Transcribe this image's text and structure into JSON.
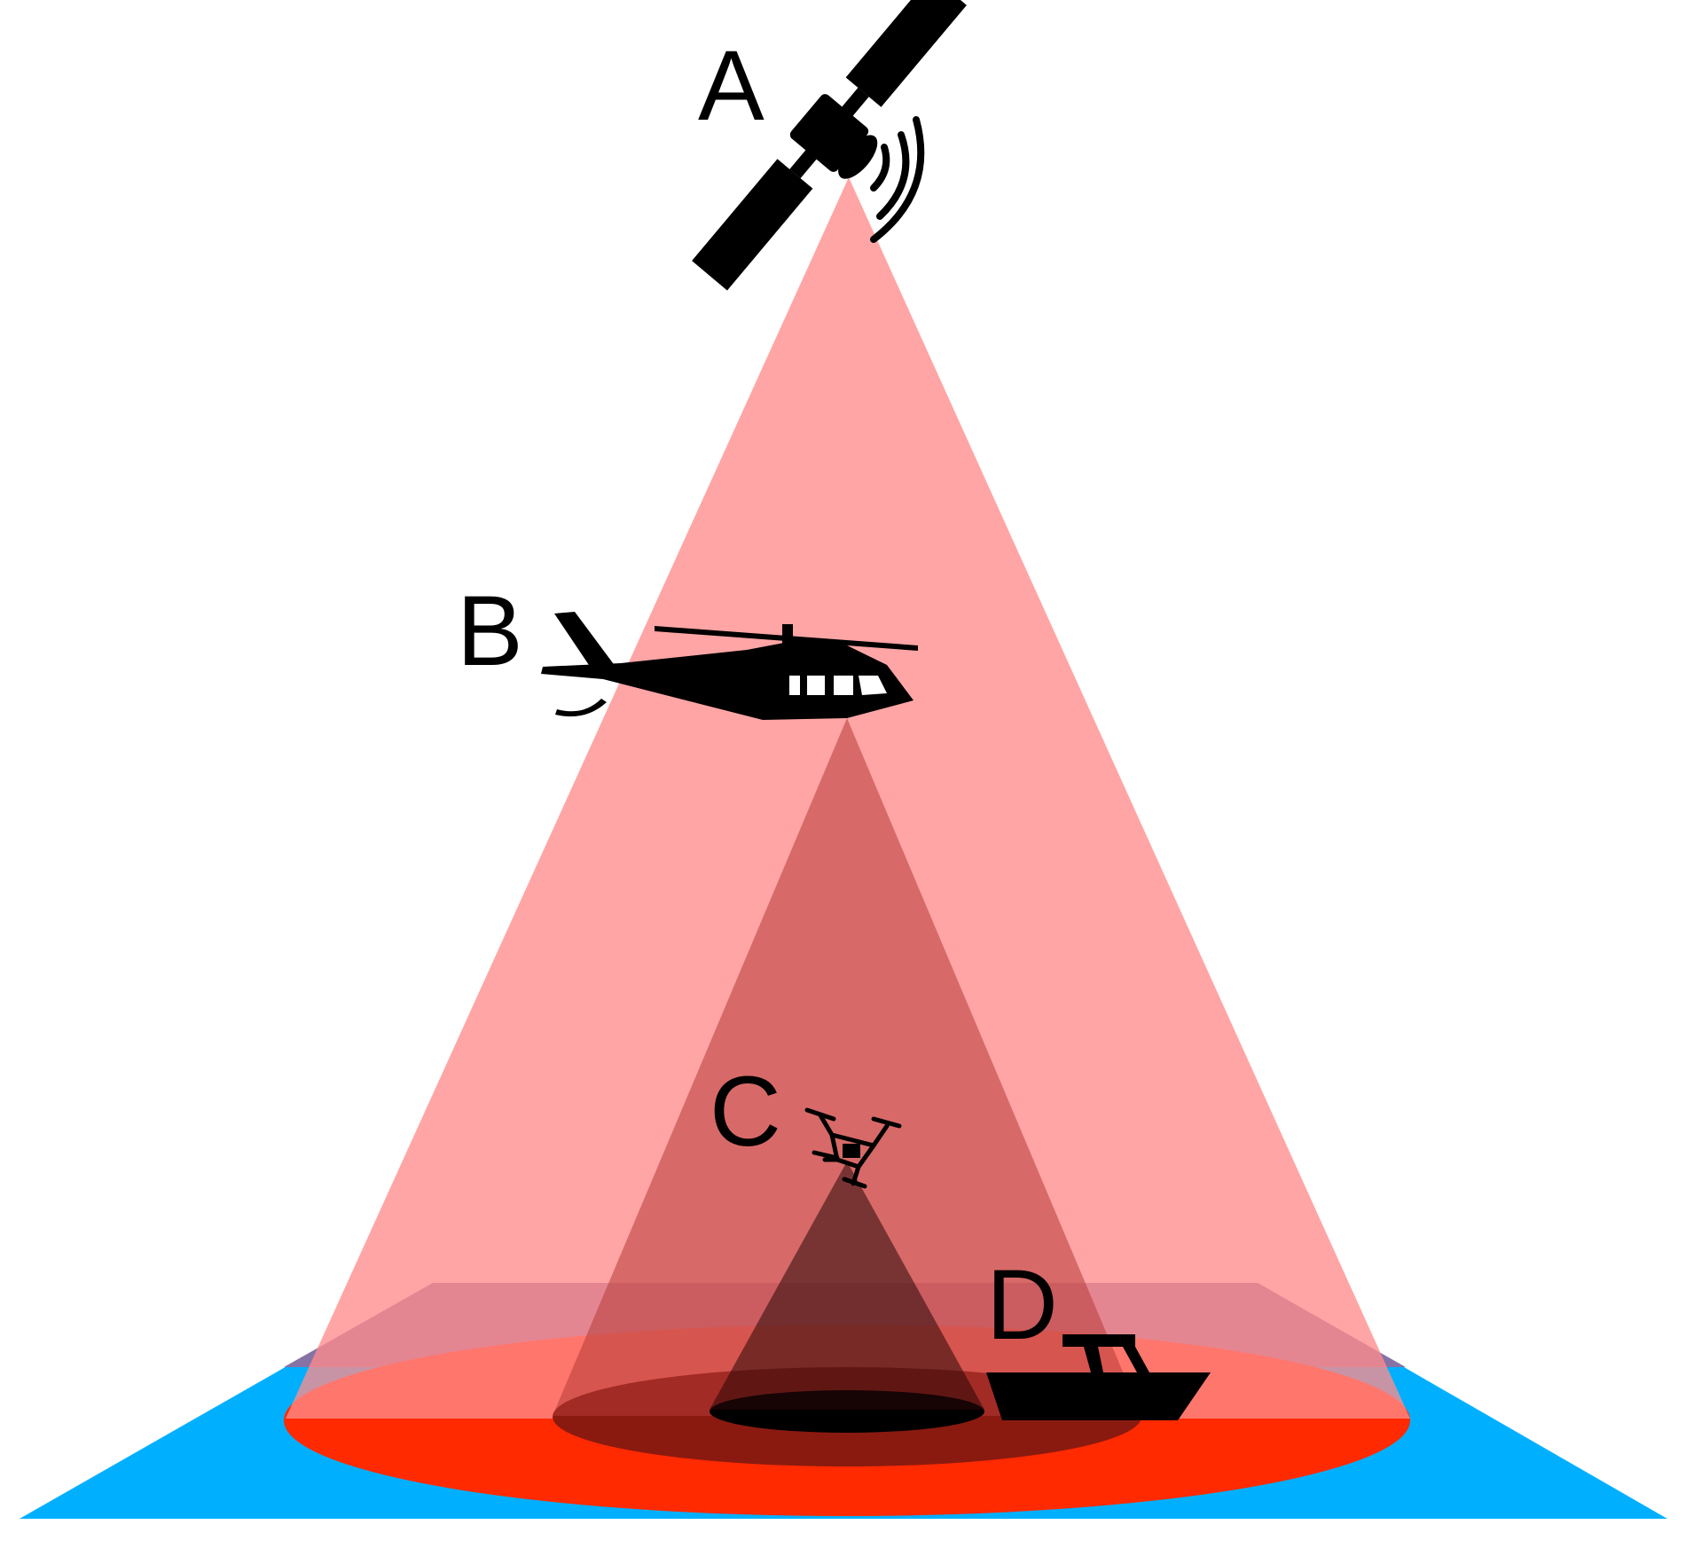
{
  "labels": {
    "satellite": "A",
    "helicopter": "B",
    "drone": "C",
    "boat": "D"
  },
  "colors": {
    "background": "#ffffff",
    "water": "#00b0ff",
    "shore_plane": "#8573a6",
    "satellite_beam": "#ff8c8c",
    "helicopter_beam": "#b73a36",
    "drone_beam": "#3a1010",
    "footprint_satellite": "#ff2a00",
    "footprint_helicopter": "#8a1a10",
    "footprint_drone": "#000000",
    "silhouette": "#000000"
  },
  "icons": {
    "satellite": "satellite-icon",
    "helicopter": "helicopter-icon",
    "drone": "drone-icon",
    "boat": "boat-icon"
  }
}
